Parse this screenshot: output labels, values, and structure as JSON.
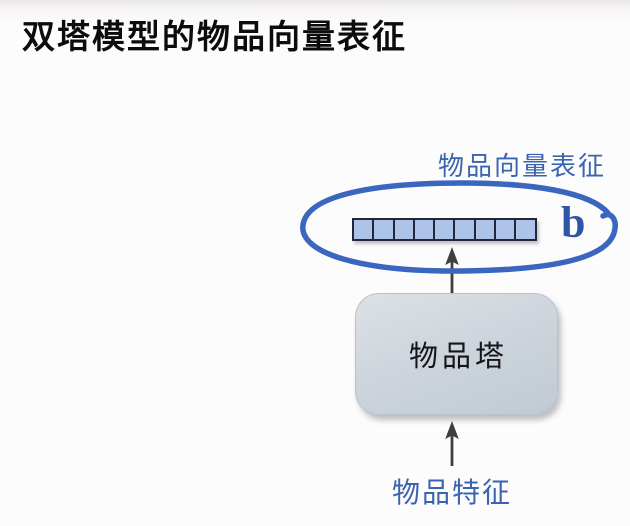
{
  "slide": {
    "title": "双塔模型的物品向量表征"
  },
  "diagram": {
    "output": {
      "label": "物品向量表征",
      "symbol": "b",
      "cell_count": 9
    },
    "tower": {
      "label": "物品塔"
    },
    "input": {
      "label": "物品特征"
    }
  },
  "colors": {
    "accent-blue": "#3a63b0",
    "ellipse-blue": "#3a66c0",
    "b-blue": "#2f55a6",
    "cell-fill": "#adc3ea",
    "cell-border": "#232738",
    "arrow-gray": "#3f3f3f",
    "box-light": "#dce1e6",
    "box-dark": "#c1cad3",
    "title-color": "#0c0c0c"
  }
}
